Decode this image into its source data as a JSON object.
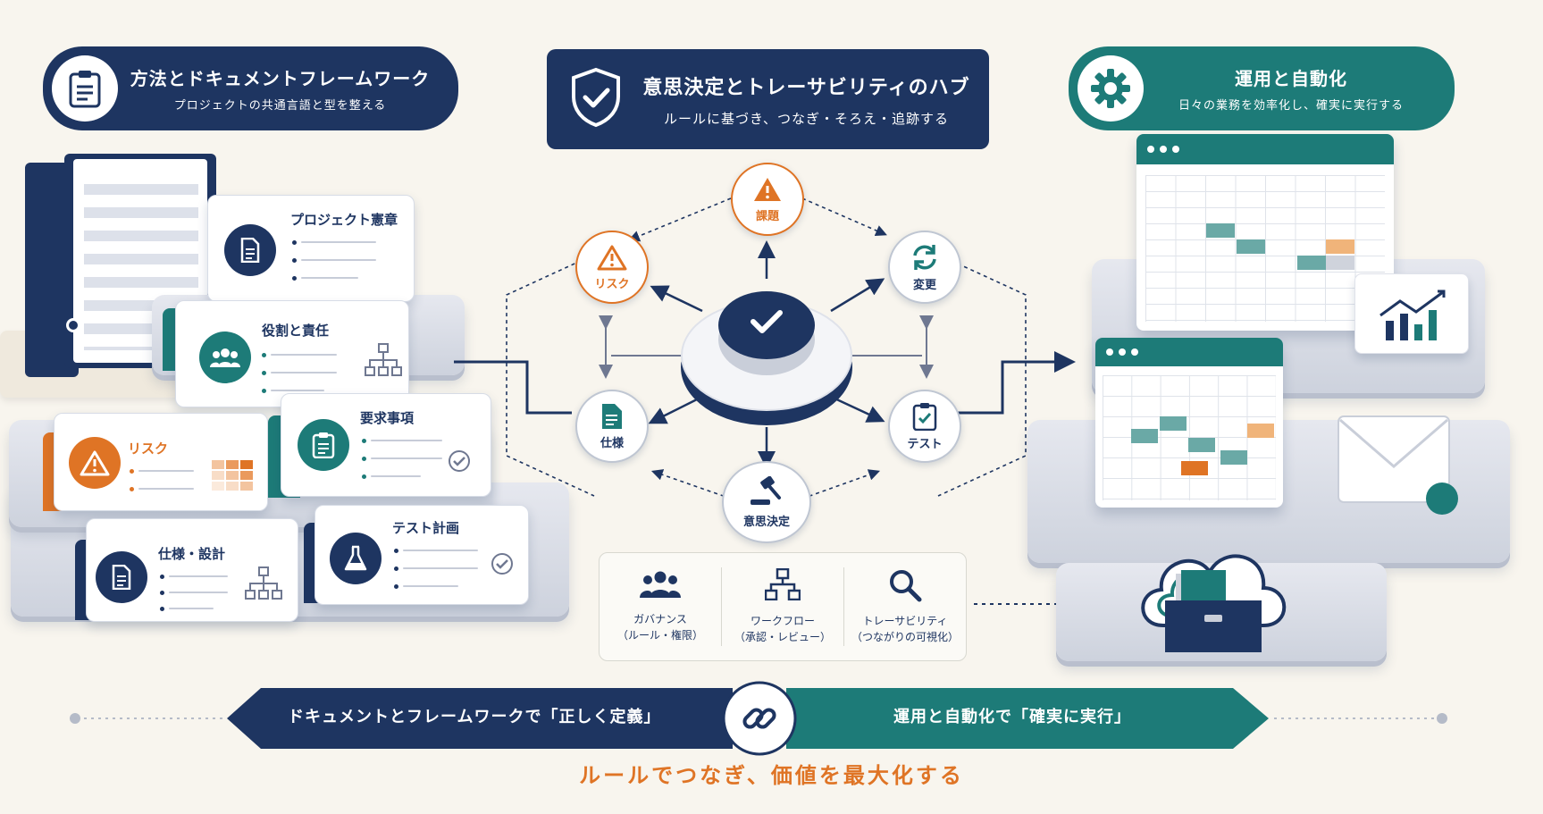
{
  "header_left": {
    "title": "方法とドキュメントフレームワーク",
    "subtitle": "プロジェクトの共通言語と型を整える",
    "icon": "clipboard-icon"
  },
  "header_center": {
    "title": "意思決定とトレーサビリティのハブ",
    "subtitle": "ルールに基づき、つなぎ・そろえ・追跡する",
    "icon": "shield-check-icon"
  },
  "header_right": {
    "title": "運用と自動化",
    "subtitle": "日々の業務を効率化し、確実に実行する",
    "icon": "gear-icon"
  },
  "left_cards": [
    {
      "label": "プロジェクト憲章",
      "icon": "document-icon"
    },
    {
      "label": "役割と責任",
      "icon": "team-icon"
    },
    {
      "label": "リスク",
      "icon": "warning-icon"
    },
    {
      "label": "要求事項",
      "icon": "checklist-icon"
    },
    {
      "label": "仕様・設計",
      "icon": "document-icon"
    },
    {
      "label": "テスト計画",
      "icon": "flask-icon"
    }
  ],
  "hub_nodes": {
    "issue": "課題",
    "risk": "リスク",
    "change": "変更",
    "spec": "仕様",
    "test": "テスト",
    "decision": "意思決定"
  },
  "legend": [
    {
      "line1": "ガバナンス",
      "line2": "（ルール・権限）",
      "icon": "people-icon"
    },
    {
      "line1": "ワークフロー",
      "line2": "（承認・レビュー）",
      "icon": "org-chart-icon"
    },
    {
      "line1": "トレーサビリティ",
      "line2": "（つながりの可視化）",
      "icon": "magnifier-icon"
    }
  ],
  "banner": {
    "left": "ドキュメントとフレームワークで「正しく定義」",
    "right": "運用と自動化で「確実に実行」",
    "icon": "chain-link-icon"
  },
  "tagline": "ルールでつなぎ、価値を最大化する",
  "colors": {
    "navy": "#1e3561",
    "teal": "#1d7b78",
    "orange": "#df7425",
    "background": "#f8f5ee"
  }
}
